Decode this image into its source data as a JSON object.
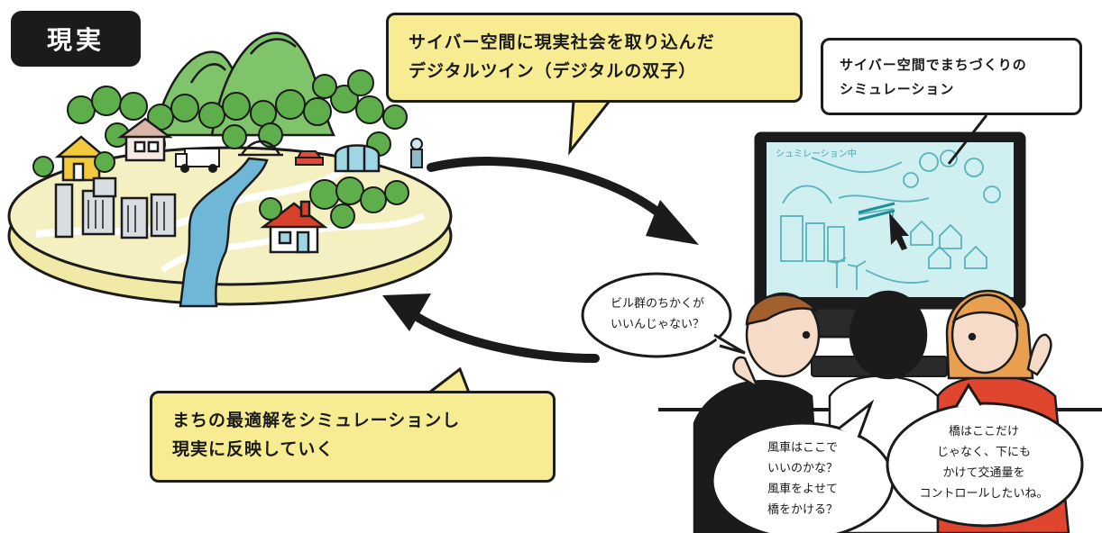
{
  "label_real": "現実",
  "callout_top": "サイバー空間に現実社会を取り込んだ\nデジタルツイン（デジタルの双子）",
  "callout_monitor": "サイバー空間でまちづくりの\nシミュレーション",
  "callout_bottom": "まちの最適解をシミュレーションし\n現実に反映していく",
  "screen_label": "シュミレーション中",
  "speech_buildings": "ビル群のちかくが\nいいんじゃない？",
  "speech_windmill": "風車はここで\nいいのかな？\n風車をよせて\n橋をかける？",
  "speech_bridge": "橋はここだけ\nじゃなく、下にも\nかけて交通量を\nコントロールしたいね。",
  "colors": {
    "yellow_box": "#f8ec93",
    "island_top": "#f3eeb8",
    "tree_green": "#5fae4c",
    "river_blue": "#6fb7d6",
    "screen_cyan": "#cfeff1",
    "red_shirt": "#e0452e"
  }
}
